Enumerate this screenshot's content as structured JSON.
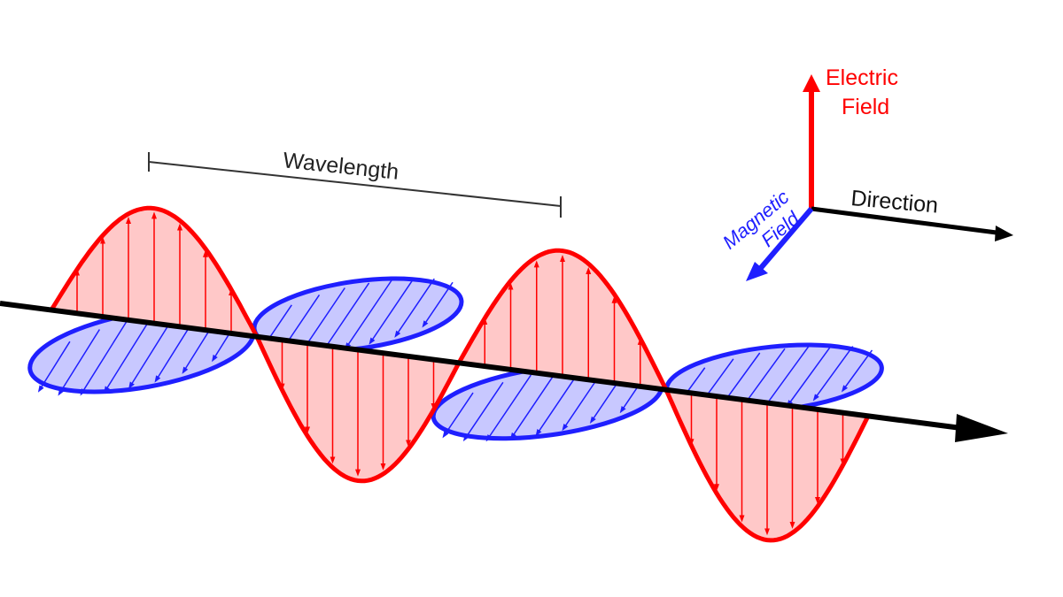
{
  "labels": {
    "wavelength": "Wavelength",
    "electric_line1": "Electric",
    "electric_line2": "Field",
    "magnetic_line1": "Magnetic",
    "magnetic_line2": "Field",
    "direction": "Direction"
  },
  "colors": {
    "electric": "#ff0000",
    "electric_fill": "#ffc8c8",
    "magnetic": "#1f1fff",
    "magnetic_fill": "#c8c8ff",
    "axis": "#000000",
    "ruler": "#333333"
  }
}
